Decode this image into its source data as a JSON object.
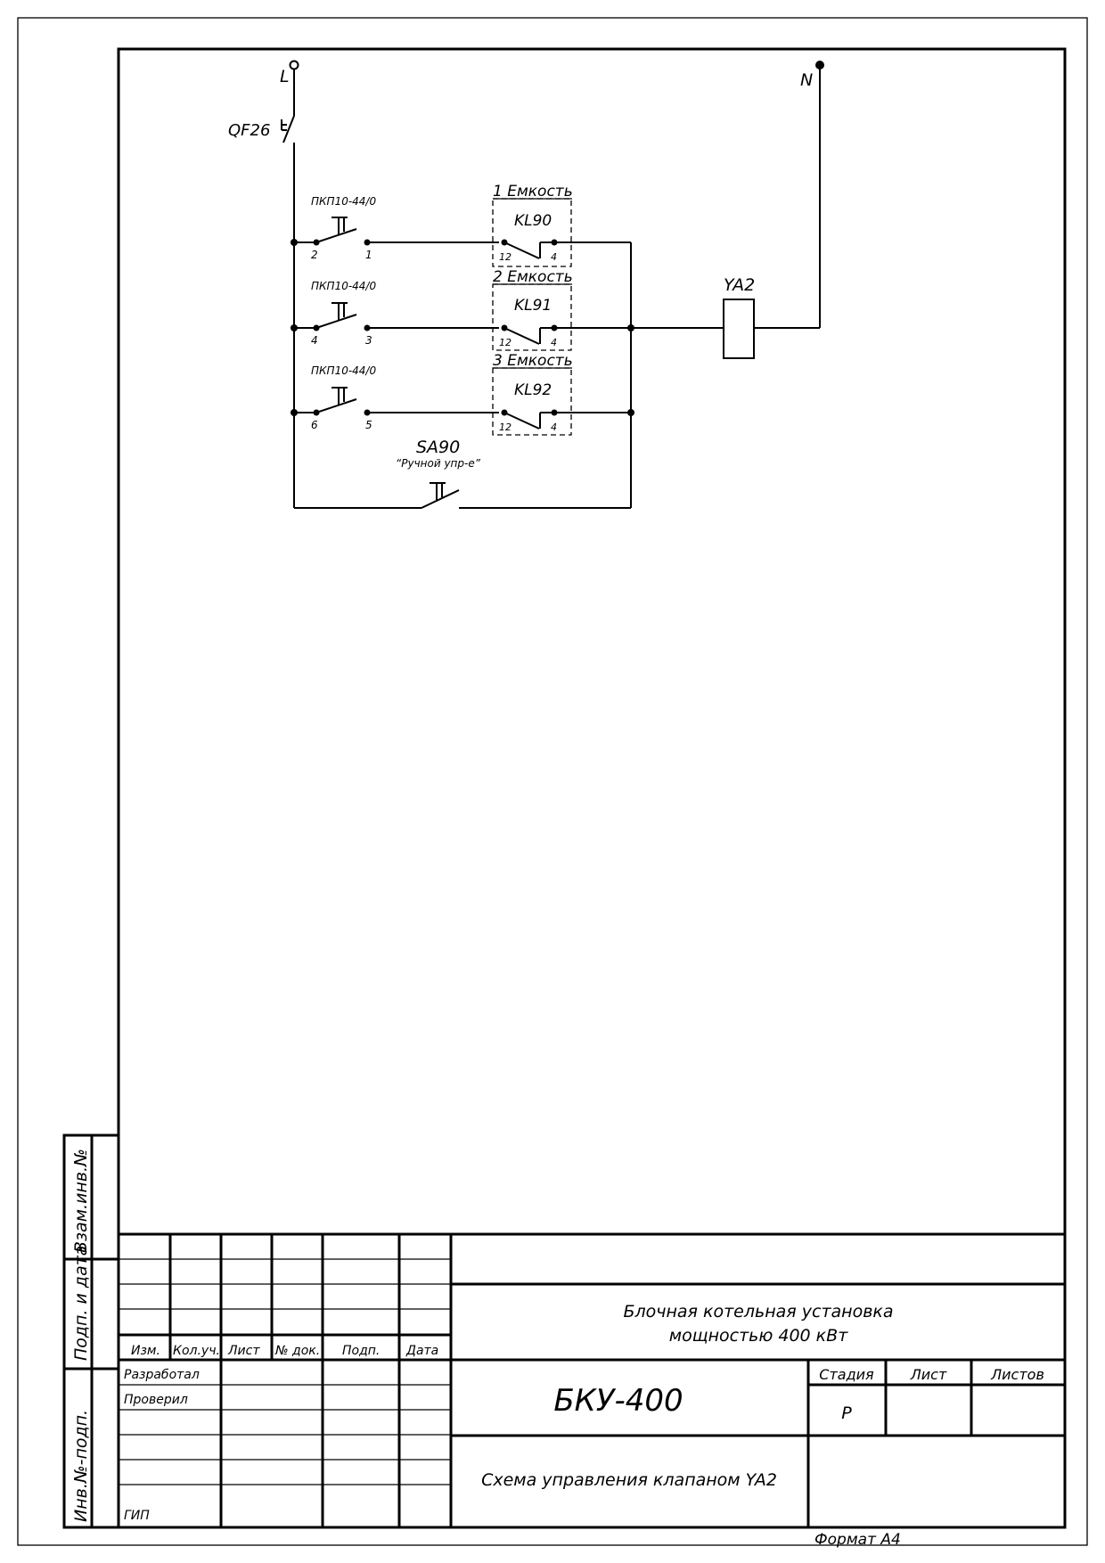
{
  "diagram": {
    "phase_label": "L",
    "neutral_label": "N",
    "breaker_label": "QF26",
    "switches": [
      {
        "type": "ПКП10-44/0",
        "left_terminal": "2",
        "right_terminal": "1"
      },
      {
        "type": "ПКП10-44/0",
        "left_terminal": "4",
        "right_terminal": "3"
      },
      {
        "type": "ПКП10-44/0",
        "left_terminal": "6",
        "right_terminal": "5"
      }
    ],
    "relays": [
      {
        "group": "1 Емкость",
        "name": "KL90",
        "left_terminal": "12",
        "right_terminal": "4"
      },
      {
        "group": "2 Емкость",
        "name": "KL91",
        "left_terminal": "12",
        "right_terminal": "4"
      },
      {
        "group": "3 Емкость",
        "name": "KL92",
        "left_terminal": "12",
        "right_terminal": "4"
      }
    ],
    "manual_switch": {
      "name": "SA90",
      "caption": "“Ручной упр-е”"
    },
    "valve": "YA2"
  },
  "side_stamp": {
    "cells": [
      "Взам.инв.№",
      "Подп. и дата",
      "Инв.№-подп."
    ]
  },
  "title_block": {
    "headers": [
      "Изм.",
      "Кол.уч.",
      "Лист",
      "№ док.",
      "Подп.",
      "Дата"
    ],
    "roles": [
      "Разработал",
      "Проверил",
      "ГИП"
    ],
    "title_line1": "Блочная котельная установка",
    "title_line2": "мощностью 400 кВт",
    "code": "БКУ-400",
    "drawing_name": "Схема управления клапаном YA2",
    "stage_header": "Стадия",
    "sheet_header": "Лист",
    "sheets_header": "Листов",
    "stage_value": "Р",
    "format_label": "Формат А4"
  }
}
